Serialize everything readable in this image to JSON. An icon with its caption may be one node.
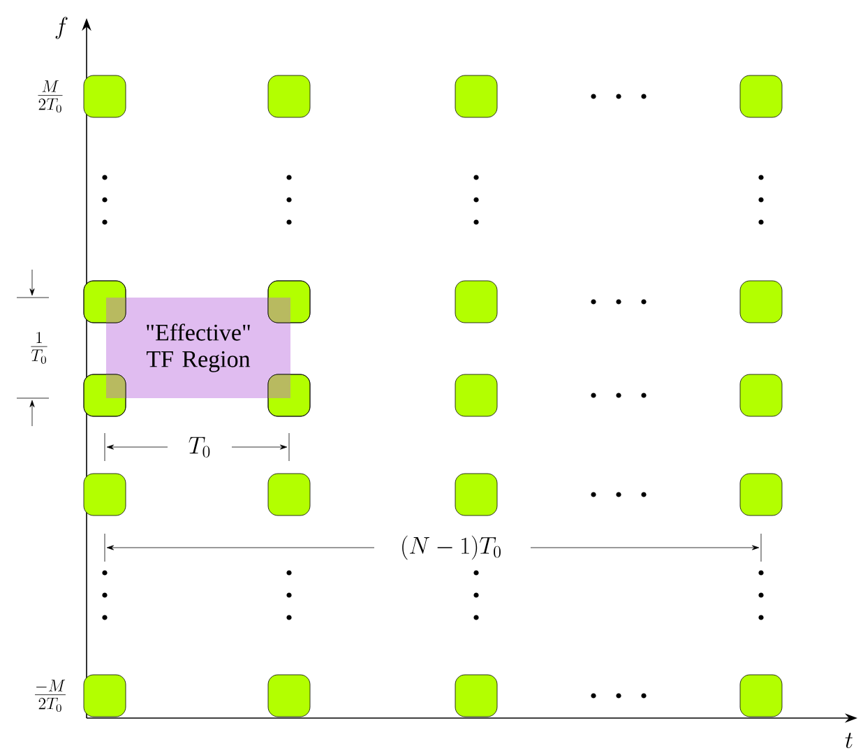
{
  "diagram": {
    "nodes": [
      {
        "text": [],
        "shape": "box"
      },
      {
        "text": [],
        "shape": "box"
      },
      {
        "text": [],
        "shape": "box"
      },
      {
        "text": [],
        "shape": "box"
      },
      {
        "text": [],
        "shape": "box"
      },
      {
        "text": [],
        "shape": "box"
      },
      {
        "text": [],
        "shape": "box"
      },
      {
        "text": [],
        "shape": "box"
      },
      {
        "text": [],
        "shape": "box"
      },
      {
        "text": [],
        "shape": "box"
      },
      {
        "text": [],
        "shape": "box"
      },
      {
        "text": [],
        "shape": "box"
      },
      {
        "text": [],
        "shape": "box"
      },
      {
        "text": [],
        "shape": "box"
      },
      {
        "text": [],
        "shape": "box"
      },
      {
        "text": [],
        "shape": "box"
      },
      {
        "text": [],
        "shape": "box"
      },
      {
        "text": [],
        "shape": "box"
      },
      {
        "text": [],
        "shape": "box"
      },
      {
        "text": [],
        "shape": "box"
      },
      {
        "text": [
          "\"Effective\" TF Region"
        ]
      }
    ],
    "labels": [
      "f",
      "\\frac{M}{2T_0}",
      "\\frac{1}{T_0}",
      "T_0",
      "(N-1)T_0",
      "\\frac{-M}{2T_0}",
      "t"
    ]
  }
}
